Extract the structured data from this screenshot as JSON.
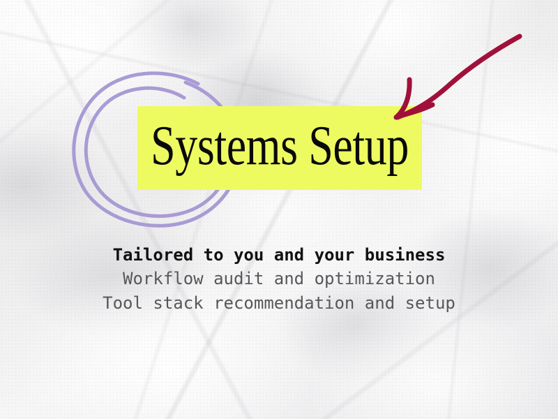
{
  "slide": {
    "background_style": "crumpled-white-paper",
    "background_color": "#f2f2f3"
  },
  "decorations": {
    "circle": {
      "icon": "hand-drawn-circle-scribble",
      "color": "#a99bd4",
      "stroke_width": 5
    },
    "arrow": {
      "icon": "hand-drawn-curved-arrow",
      "color": "#a0103a",
      "stroke_width": 7,
      "direction": "down-left"
    }
  },
  "title": {
    "text": "Systems Setup",
    "highlight_color": "#edfb61",
    "text_color": "#0a0a0a"
  },
  "subtitle": {
    "line1": "Tailored to you and your business",
    "line2": "Workflow audit and optimization",
    "line3": "Tool stack recommendation and setup",
    "line1_color": "#111111",
    "body_color": "#57575a"
  }
}
